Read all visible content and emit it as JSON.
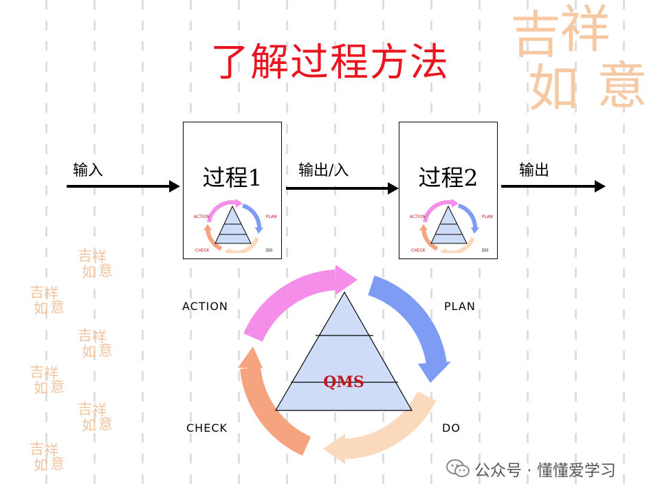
{
  "title": "了解过程方法",
  "decoration": {
    "seal_text": "吉祥如意"
  },
  "flow": {
    "input_label": "输入",
    "middle_label": "输出/入",
    "output_label": "输出",
    "process1_title": "过程1",
    "process2_title": "过程2"
  },
  "pdca": {
    "action": "ACTION",
    "plan": "PLAN",
    "do": "DO",
    "check": "CHECK",
    "center": "QMS"
  },
  "colors": {
    "title": "#e8141e",
    "action_arrow": "#f48ee8",
    "plan_arrow": "#7f9cf5",
    "do_arrow": "#fbd9bd",
    "check_arrow": "#f6a37f",
    "pyramid_fill": "#cfdcf7",
    "qms_text": "#c0161c",
    "seal": "#f6c9a3"
  },
  "watermark": {
    "text": "公众号 · 懂懂爱学习",
    "icon": "wechat-icon"
  }
}
